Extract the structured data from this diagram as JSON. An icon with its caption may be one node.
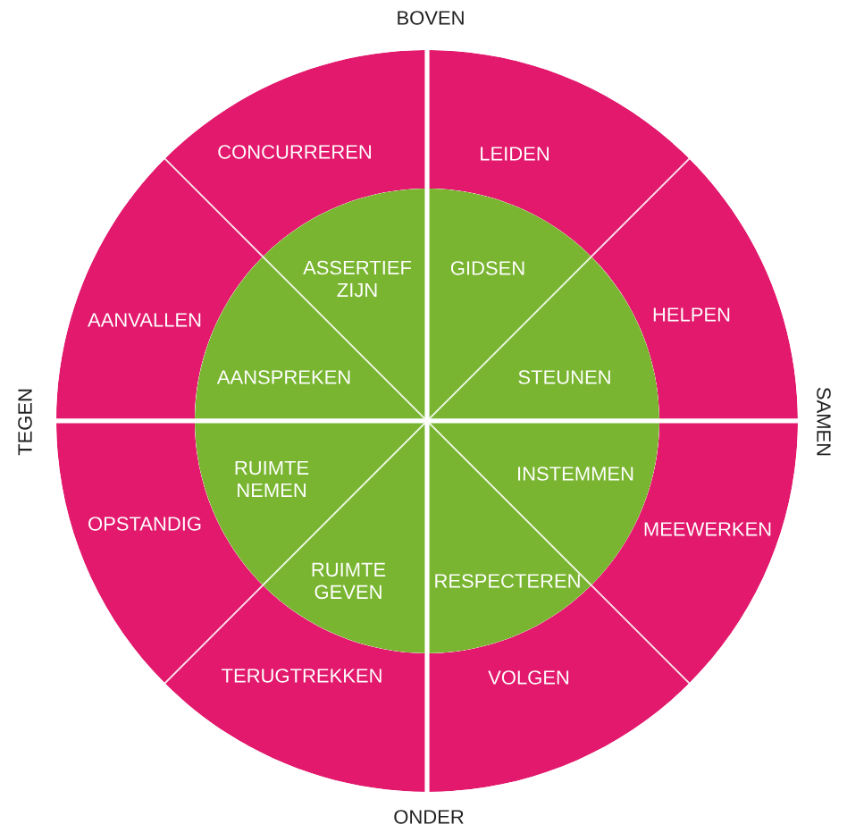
{
  "diagram": {
    "nodes": [
      {
        "text": [
          "CONCURREREN"
        ]
      },
      {
        "text": [
          "LEIDEN"
        ]
      },
      {
        "text": [
          "ASSERTIEF ZIJN"
        ]
      },
      {
        "text": [
          "GIDSEN"
        ]
      },
      {
        "text": [
          "HELPEN"
        ]
      },
      {
        "text": [
          "AANVALLEN"
        ]
      },
      {
        "text": [
          "AANSPREKEN"
        ]
      },
      {
        "text": [
          "STEUNEN"
        ]
      },
      {
        "text": [
          "INSTEMMEN"
        ]
      },
      {
        "text": [
          "RUIMTE NEMEN"
        ]
      },
      {
        "text": [
          "OPSTANDIG"
        ]
      },
      {
        "text": [
          "MEEWERKEN"
        ]
      },
      {
        "text": [
          "RESPECTEREN"
        ]
      },
      {
        "text": [
          "RUIMTE GEVEN"
        ]
      },
      {
        "text": [
          "TERUGTREKKEN"
        ]
      },
      {
        "text": [
          "VOLGEN"
        ]
      }
    ],
    "labels": [
      "BOVEN",
      "TEGEN",
      "SAMEN",
      "ONDER"
    ]
  }
}
